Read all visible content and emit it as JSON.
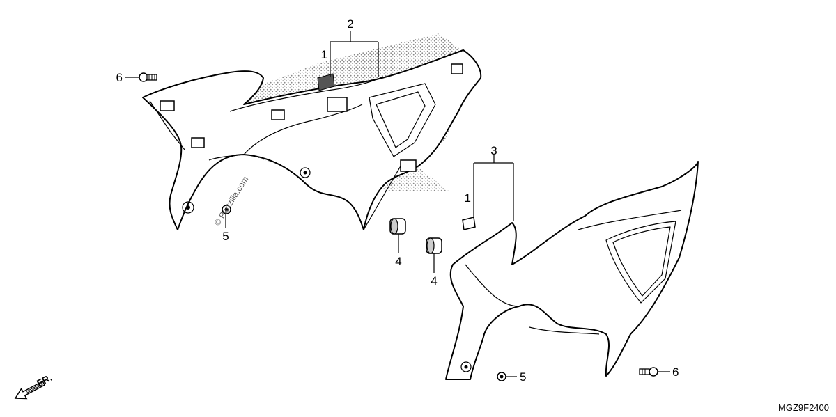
{
  "diagram": {
    "code": "MGZ9F2400",
    "watermark": "© Partzilla.com",
    "direction_label": "FR.",
    "callouts": [
      {
        "id": "left-cover",
        "label": "2"
      },
      {
        "id": "left-emblem",
        "label": "1"
      },
      {
        "id": "left-bolt",
        "label": "6"
      },
      {
        "id": "left-nut",
        "label": "5"
      },
      {
        "id": "grommet-a",
        "label": "4"
      },
      {
        "id": "grommet-b",
        "label": "4"
      },
      {
        "id": "right-cover",
        "label": "3"
      },
      {
        "id": "right-emblem",
        "label": "1"
      },
      {
        "id": "right-nut",
        "label": "5"
      },
      {
        "id": "right-bolt",
        "label": "6"
      }
    ]
  }
}
